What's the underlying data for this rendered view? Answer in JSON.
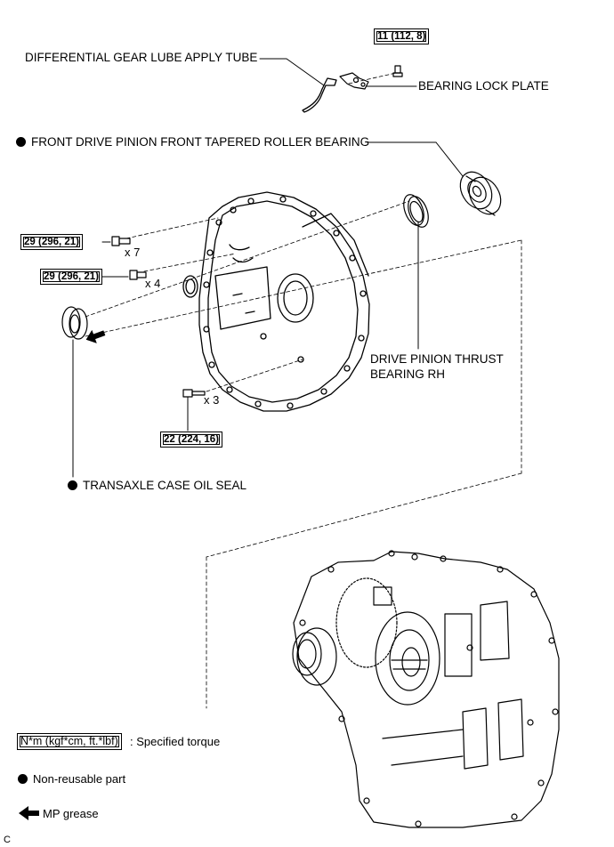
{
  "parts": {
    "tube": "DIFFERENTIAL GEAR LUBE APPLY TUBE",
    "lock_plate": "BEARING LOCK PLATE",
    "front_bearing": "FRONT DRIVE PINION FRONT TAPERED ROLLER BEARING",
    "thrust_bearing_line1": "DRIVE PINION THRUST",
    "thrust_bearing_line2": "BEARING RH",
    "oil_seal": "TRANSAXLE CASE OIL SEAL"
  },
  "torques": {
    "lock_plate_bolt": "11 (112, 8)",
    "bolt_group_a": "29 (296, 21)",
    "bolt_group_b": "29 (296, 21)",
    "bolt_group_c": "22 (224, 16)"
  },
  "quantities": {
    "bolt_group_a": "x 7",
    "bolt_group_b": "x 4",
    "bolt_group_c": "x 3"
  },
  "legend": {
    "torque_unit": "N*m (kgf*cm, ft.*lbf)",
    "torque_desc": ": Specified torque",
    "nonreusable": "Non-reusable part",
    "grease": "MP grease"
  },
  "corner_code": "C"
}
